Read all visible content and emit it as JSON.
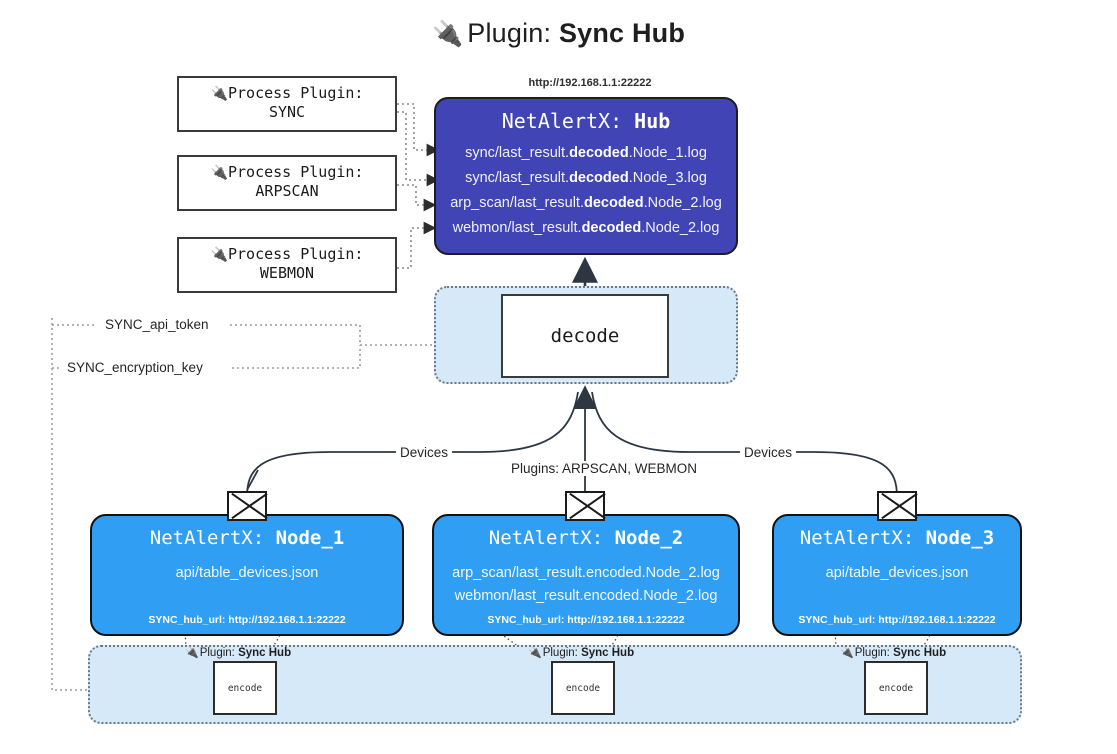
{
  "title": {
    "icon": "plug-icon",
    "glyph": "🔌",
    "prefix": "Plugin: ",
    "name": "Sync Hub"
  },
  "colors": {
    "hub_fill": "#4044b5",
    "node_fill": "#2f9ef3",
    "container_fill": "#d6e9f9",
    "stroke": "#1b1b1b",
    "dotted_stroke": "#6c7a86"
  },
  "process_plugins": [
    {
      "icon": "plug-icon",
      "glyph": "🔌",
      "line1": "Process Plugin:",
      "line2": "SYNC"
    },
    {
      "icon": "plug-icon",
      "glyph": "🔌",
      "line1": "Process Plugin:",
      "line2": "ARPSCAN"
    },
    {
      "icon": "plug-icon",
      "glyph": "🔌",
      "line1": "Process Plugin:",
      "line2": "WEBMON"
    }
  ],
  "hub": {
    "url": "http://192.168.1.1:22222",
    "title_prefix": "NetAlertX: ",
    "title_name": "Hub",
    "logs": [
      {
        "pre": "sync/last_result.",
        "mid": "decoded",
        "post": ".Node_1.log"
      },
      {
        "pre": "sync/last_result.",
        "mid": "decoded",
        "post": ".Node_3.log"
      },
      {
        "pre": "arp_scan/last_result.",
        "mid": "decoded",
        "post": ".Node_2.log"
      },
      {
        "pre": "webmon/last_result.",
        "mid": "decoded",
        "post": ".Node_2.log"
      }
    ]
  },
  "decode": {
    "label": "decode"
  },
  "settings_wires": [
    {
      "label": "SYNC_api_token"
    },
    {
      "label": "SYNC_encryption_key"
    }
  ],
  "edge_labels": {
    "devices_left": "Devices",
    "devices_right": "Devices",
    "plugins_center": "Plugins: ARPSCAN, WEBMON"
  },
  "nodes": [
    {
      "title_prefix": "NetAlertX: ",
      "title_name": "Node_1",
      "lines": [
        "api/table_devices.json"
      ],
      "footer": "SYNC_hub_url: http://192.168.1.1:22222"
    },
    {
      "title_prefix": "NetAlertX: ",
      "title_name": "Node_2",
      "lines": [
        "arp_scan/last_result.encoded.Node_2.log",
        "webmon/last_result.encoded.Node_2.log"
      ],
      "footer": "SYNC_hub_url: http://192.168.1.1:22222"
    },
    {
      "title_prefix": "NetAlertX: ",
      "title_name": "Node_3",
      "lines": [
        "api/table_devices.json"
      ],
      "footer": "SYNC_hub_url: http://192.168.1.1:22222"
    }
  ],
  "encoders": [
    {
      "icon": "plug-icon",
      "glyph": "🔌",
      "label_prefix": "Plugin: ",
      "label_name": "Sync Hub",
      "box": "encode"
    },
    {
      "icon": "plug-icon",
      "glyph": "🔌",
      "label_prefix": "Plugin: ",
      "label_name": "Sync Hub",
      "box": "encode"
    },
    {
      "icon": "plug-icon",
      "glyph": "🔌",
      "label_prefix": "Plugin: ",
      "label_name": "Sync Hub",
      "box": "encode"
    }
  ]
}
